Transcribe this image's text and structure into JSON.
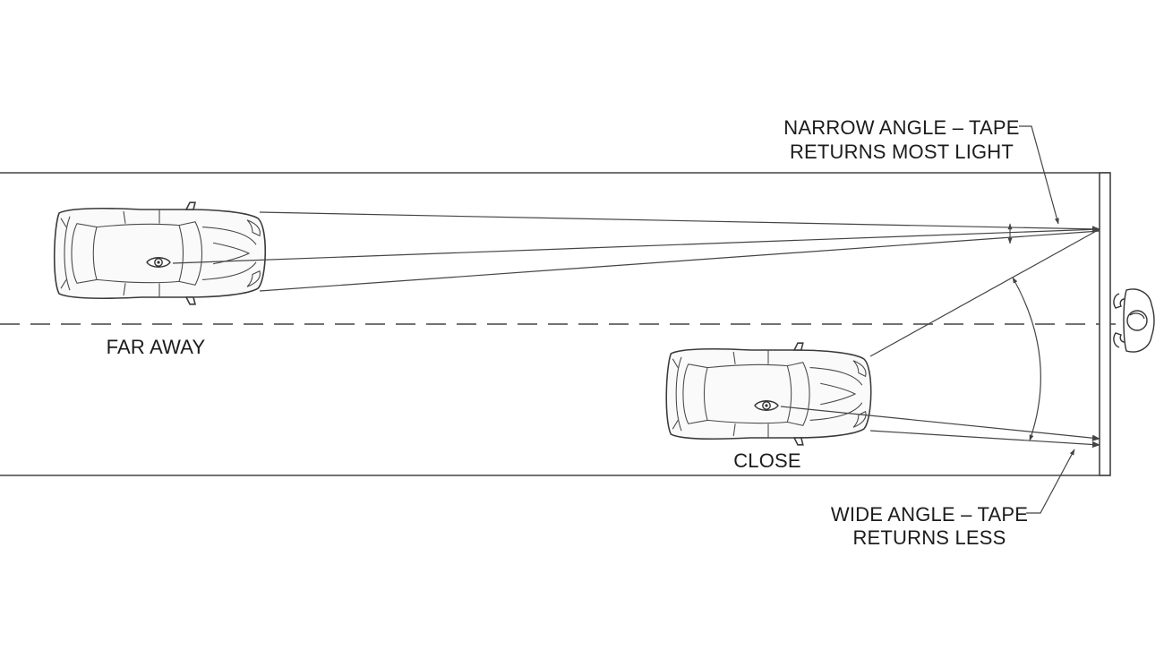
{
  "labels": {
    "narrow_line1": "NARROW ANGLE – TAPE",
    "narrow_line2": "RETURNS MOST LIGHT",
    "far_away": "FAR AWAY",
    "close": "CLOSE",
    "wide_line1": "WIDE ANGLE – TAPE",
    "wide_line2": "RETURNS LESS"
  },
  "icons": {
    "car_far": "car-top-view-icon",
    "car_close": "car-top-view-icon",
    "driver_eye": "eye-icon",
    "observer": "person-top-view-icon"
  },
  "colors": {
    "line": "#444444",
    "text": "#1c1c1c",
    "background": "#ffffff"
  }
}
